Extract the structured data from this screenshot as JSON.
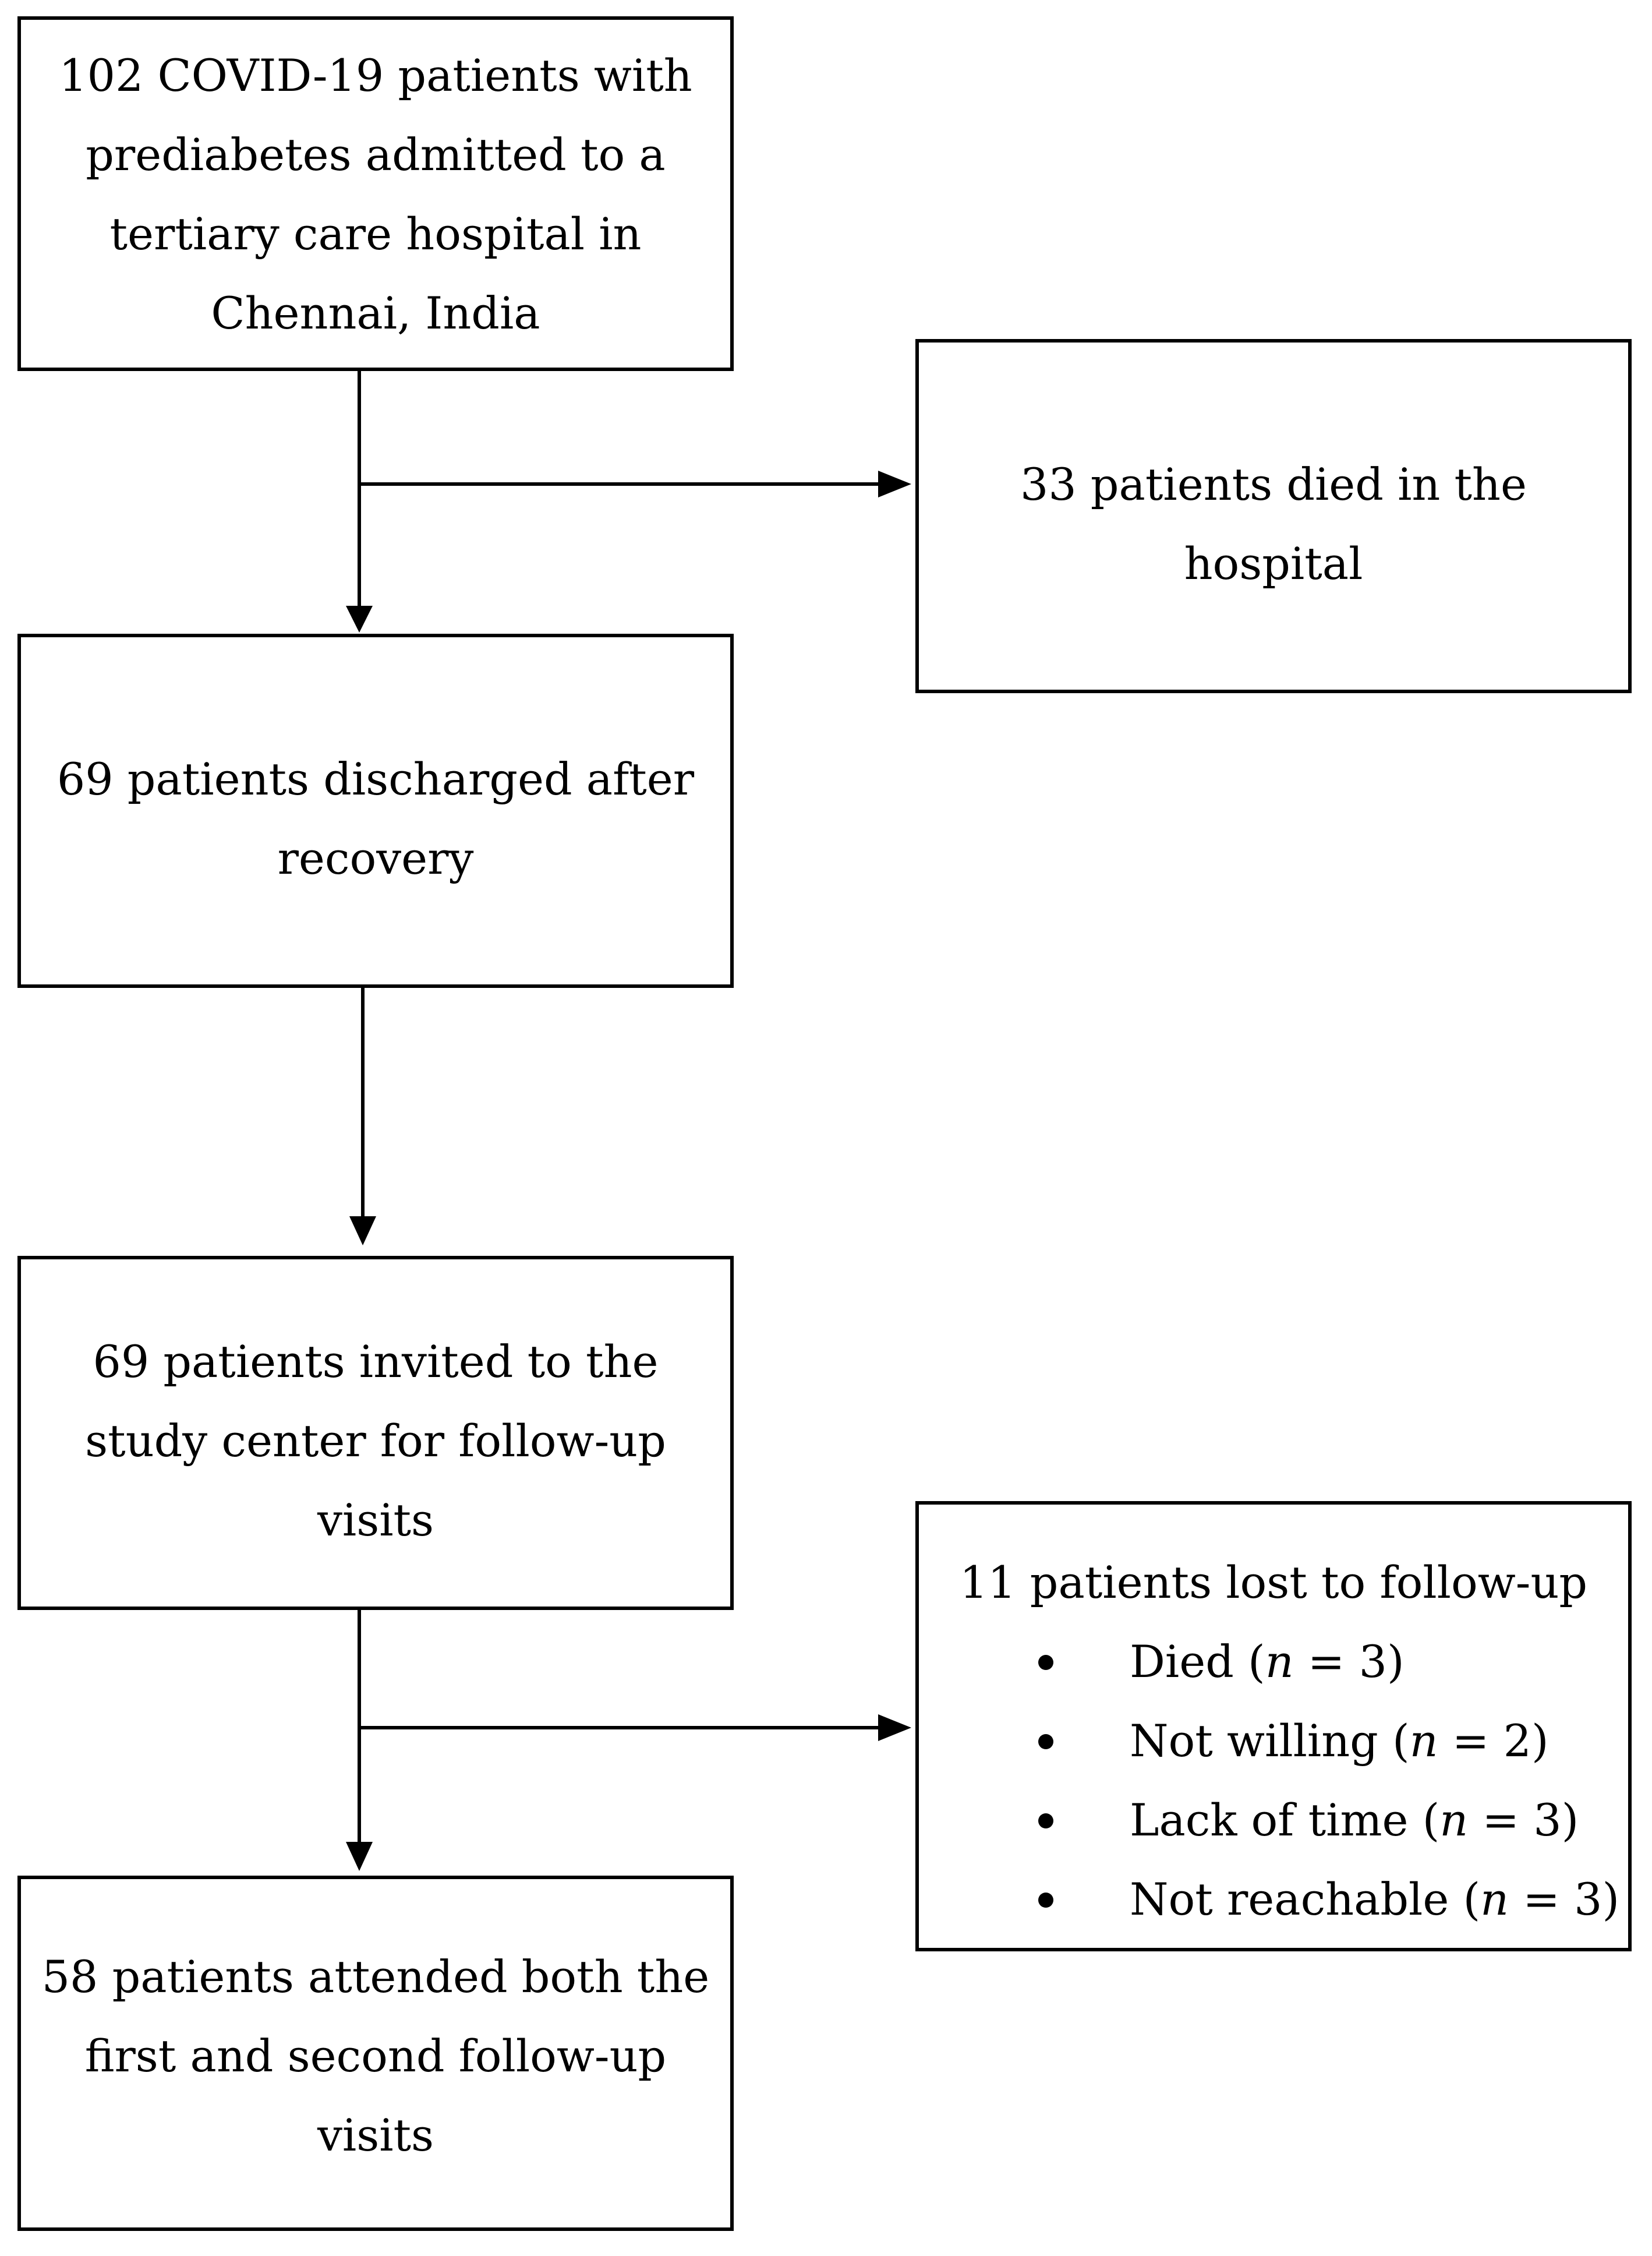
{
  "boxes": {
    "admitted": {
      "lines": [
        "102 COVID-19 patients with",
        "prediabetes admitted to a",
        "tertiary care hospital in",
        "Chennai, India"
      ]
    },
    "died_hospital": {
      "lines": [
        "33 patients died in the",
        "hospital"
      ]
    },
    "discharged": {
      "lines": [
        "69 patients discharged after",
        "recovery"
      ]
    },
    "invited": {
      "lines": [
        "69 patients invited to the",
        "study center for follow-up",
        "visits"
      ]
    },
    "lost": {
      "title": "11 patients lost to follow-up",
      "items": [
        {
          "label": "Died (",
          "n_symbol": "n",
          "count": " = 3)"
        },
        {
          "label": "Not willing (",
          "n_symbol": "n",
          "count": " = 2)"
        },
        {
          "label": "Lack of time (",
          "n_symbol": "n",
          "count": " = 3)"
        },
        {
          "label": "Not reachable (",
          "n_symbol": "n",
          "count": " = 3)"
        }
      ]
    },
    "attended": {
      "lines": [
        "58 patients attended both the",
        "first and second follow-up",
        "visits"
      ]
    }
  }
}
